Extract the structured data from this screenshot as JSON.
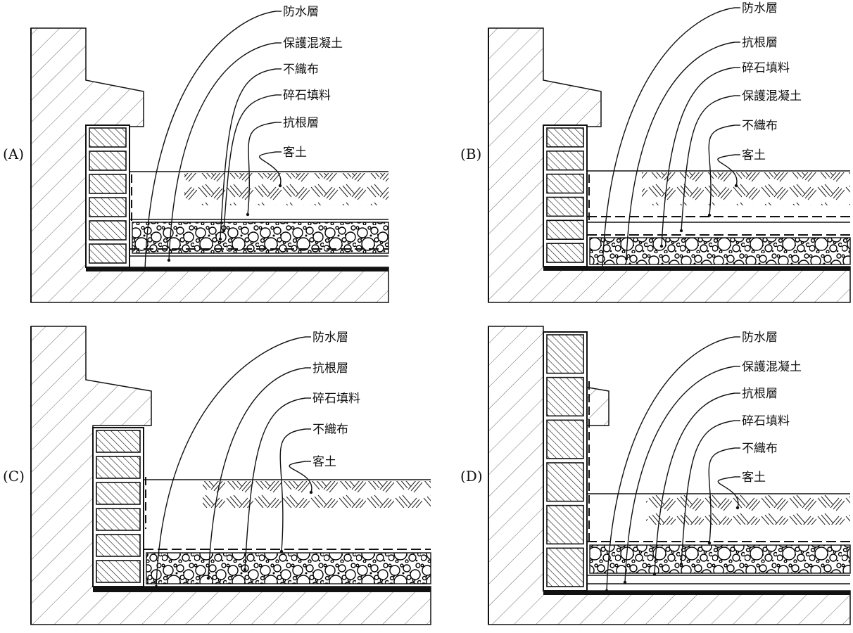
{
  "panels": [
    {
      "id": "A",
      "label": "(A)",
      "layer_order": [
        "waterproof",
        "protective_concrete",
        "non_woven",
        "gravel",
        "root_barrier",
        "soil"
      ],
      "callouts": [
        "防水層",
        "保護混凝土",
        "不織布",
        "碎石填料",
        "抗根層",
        "客土"
      ]
    },
    {
      "id": "B",
      "label": "(B)",
      "layer_order": [
        "waterproof",
        "root_barrier",
        "gravel",
        "protective_concrete",
        "non_woven",
        "soil"
      ],
      "callouts": [
        "防水層",
        "抗根層",
        "碎石填料",
        "保護混凝土",
        "不織布",
        "客土"
      ]
    },
    {
      "id": "C",
      "label": "(C)",
      "layer_order": [
        "waterproof",
        "root_barrier",
        "gravel",
        "non_woven",
        "soil"
      ],
      "callouts": [
        "防水層",
        "抗根層",
        "碎石填料",
        "不織布",
        "客土"
      ]
    },
    {
      "id": "D",
      "label": "(D)",
      "layer_order": [
        "waterproof",
        "protective_concrete",
        "root_barrier",
        "gravel",
        "non_woven",
        "soil"
      ],
      "callouts": [
        "防水層",
        "保護混凝土",
        "抗根層",
        "碎石填料",
        "不織布",
        "客土"
      ]
    }
  ],
  "colors": {
    "line": "#111111",
    "hatch": "#444444",
    "paper": "#ffffff"
  }
}
